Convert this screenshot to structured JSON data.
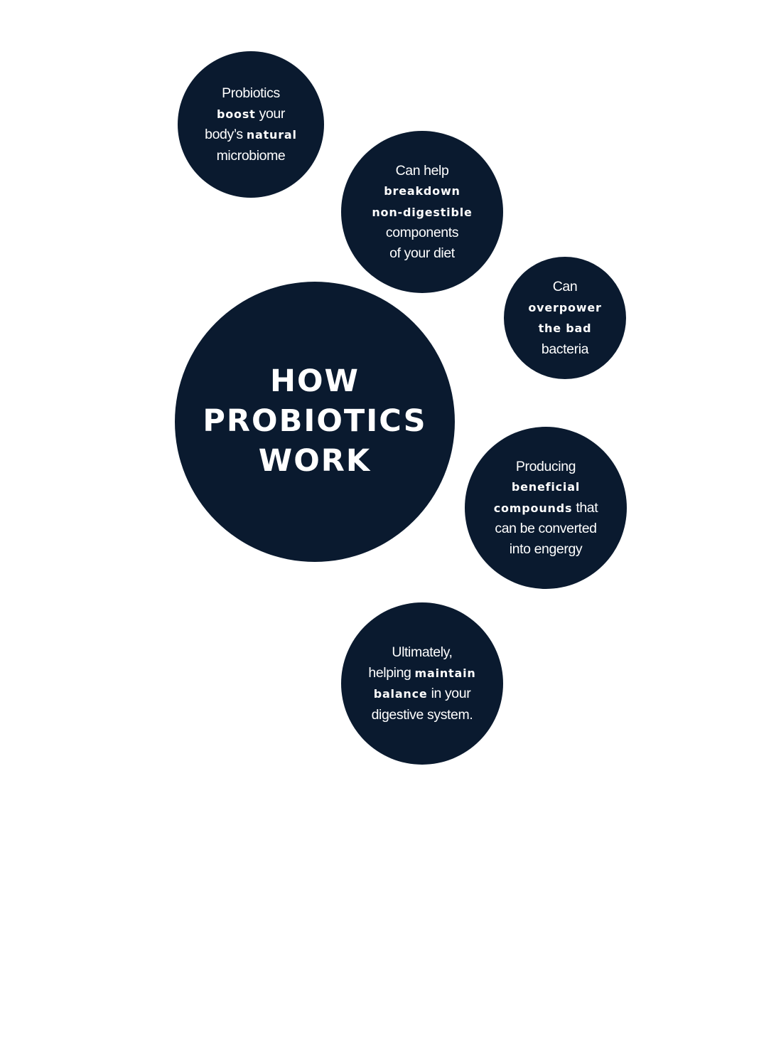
{
  "title": {
    "lines": [
      "HOW",
      "PROBIOTICS",
      "WORK"
    ]
  },
  "colors": {
    "circle_fill": "#0a1a2f",
    "text": "#ffffff",
    "background": "#ffffff"
  },
  "bubbles": [
    {
      "lines": [
        [
          {
            "t": "Probiotics",
            "b": false
          }
        ],
        [
          {
            "t": "boost",
            "b": true
          },
          {
            "t": " your",
            "b": false
          }
        ],
        [
          {
            "t": "body’s ",
            "b": false
          },
          {
            "t": "natural",
            "b": true
          }
        ],
        [
          {
            "t": "microbiome",
            "b": false
          }
        ]
      ]
    },
    {
      "lines": [
        [
          {
            "t": "Can help",
            "b": false
          }
        ],
        [
          {
            "t": "breakdown",
            "b": true
          }
        ],
        [
          {
            "t": "non-digestible",
            "b": true
          }
        ],
        [
          {
            "t": "components",
            "b": false
          }
        ],
        [
          {
            "t": "of your diet",
            "b": false
          }
        ]
      ]
    },
    {
      "lines": [
        [
          {
            "t": "Can",
            "b": false
          }
        ],
        [
          {
            "t": "overpower",
            "b": true
          }
        ],
        [
          {
            "t": "the bad",
            "b": true
          }
        ],
        [
          {
            "t": "bacteria",
            "b": false
          }
        ]
      ]
    },
    {
      "lines": [
        [
          {
            "t": "Producing",
            "b": false
          }
        ],
        [
          {
            "t": "beneficial",
            "b": true
          }
        ],
        [
          {
            "t": "compounds",
            "b": true
          },
          {
            "t": " that",
            "b": false
          }
        ],
        [
          {
            "t": "can be converted",
            "b": false
          }
        ],
        [
          {
            "t": "into engergy",
            "b": false
          }
        ]
      ]
    },
    {
      "lines": [
        [
          {
            "t": "Ultimately,",
            "b": false
          }
        ],
        [
          {
            "t": "helping ",
            "b": false
          },
          {
            "t": "maintain",
            "b": true
          }
        ],
        [
          {
            "t": "balance",
            "b": true
          },
          {
            "t": " in your",
            "b": false
          }
        ],
        [
          {
            "t": "digestive system.",
            "b": false
          }
        ]
      ]
    }
  ]
}
